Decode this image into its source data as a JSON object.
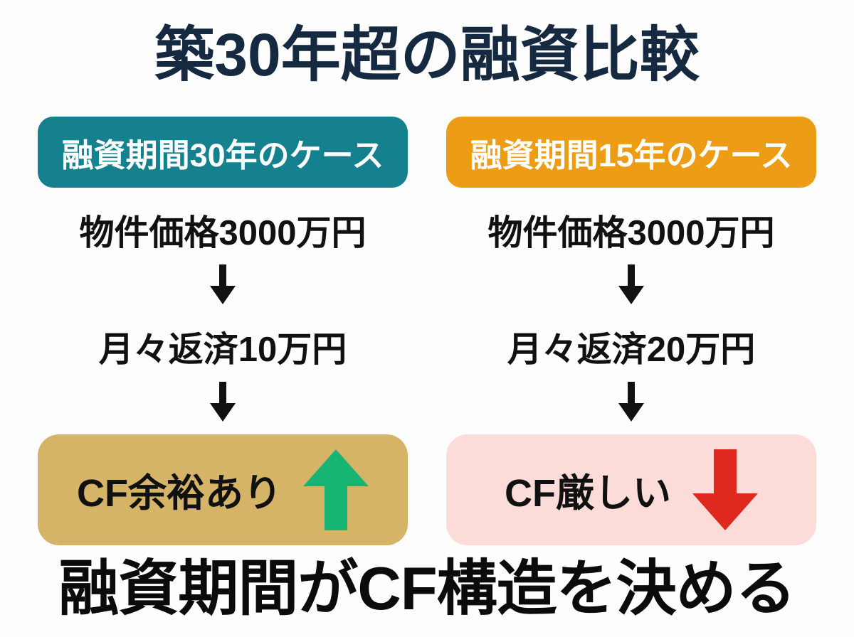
{
  "page": {
    "title": "築30年超の融資比較",
    "conclusion": "融資期間がCF構造を決める"
  },
  "columns": [
    {
      "header": "融資期間30年のケース",
      "steps": [
        "物件価格3000万円",
        "月々返済10万円"
      ],
      "result": {
        "label": "CF余裕あり",
        "arrow": "up"
      }
    },
    {
      "header": "融資期間15年のケース",
      "steps": [
        "物件価格3000万円",
        "月々返済20万円"
      ],
      "result": {
        "label": "CF厳しい",
        "arrow": "down"
      }
    }
  ],
  "icons": {
    "flow_arrow": "down-arrow",
    "result_arrow_left": "up-arrow",
    "result_arrow_right": "down-arrow"
  },
  "colors": {
    "title_navy": "#152a40",
    "teal_header_bg": "#15818f",
    "orange_header_bg": "#ec9c15",
    "header_text": "#ffffff",
    "tan_result_bg": "#d5b367",
    "pink_result_bg": "#fbdcd9",
    "green_arrow": "#17b573",
    "red_arrow": "#e0291e",
    "body_text": "#111111",
    "background": "#fdfdfd"
  }
}
